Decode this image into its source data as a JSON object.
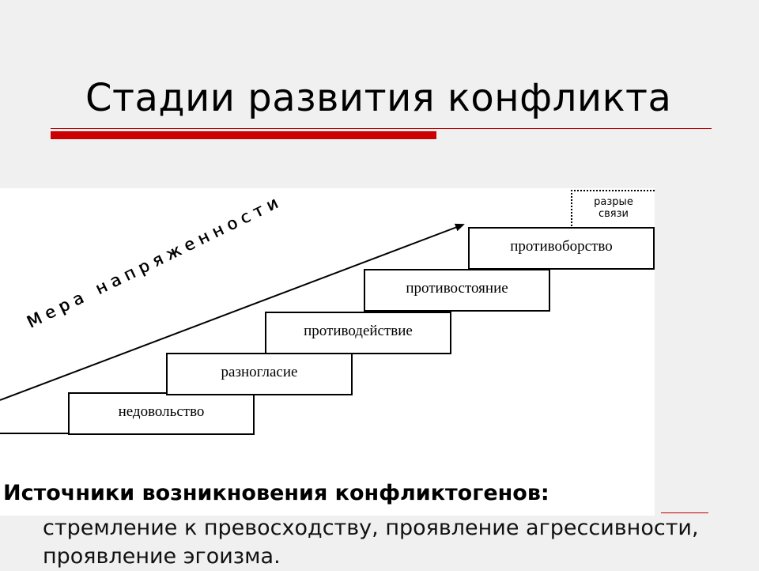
{
  "title": "Стадии развития конфликта",
  "diagram": {
    "axis_label": "Мера напряженности",
    "steps": [
      {
        "label": "недовольство"
      },
      {
        "label": "разногласие"
      },
      {
        "label": "противодействие"
      },
      {
        "label": "противостояние"
      },
      {
        "label": "противоборство"
      }
    ],
    "break_label_line1": "разрые",
    "break_label_line2": "связи"
  },
  "sources": {
    "heading": "Источники возникновения конфликтогенов:",
    "text": "стремление к превосходству, проявление агрессивности, проявление эгоизма."
  },
  "colors": {
    "accent": "#cc0000",
    "background": "#f0f0f0",
    "diagram_background": "#ffffff"
  }
}
